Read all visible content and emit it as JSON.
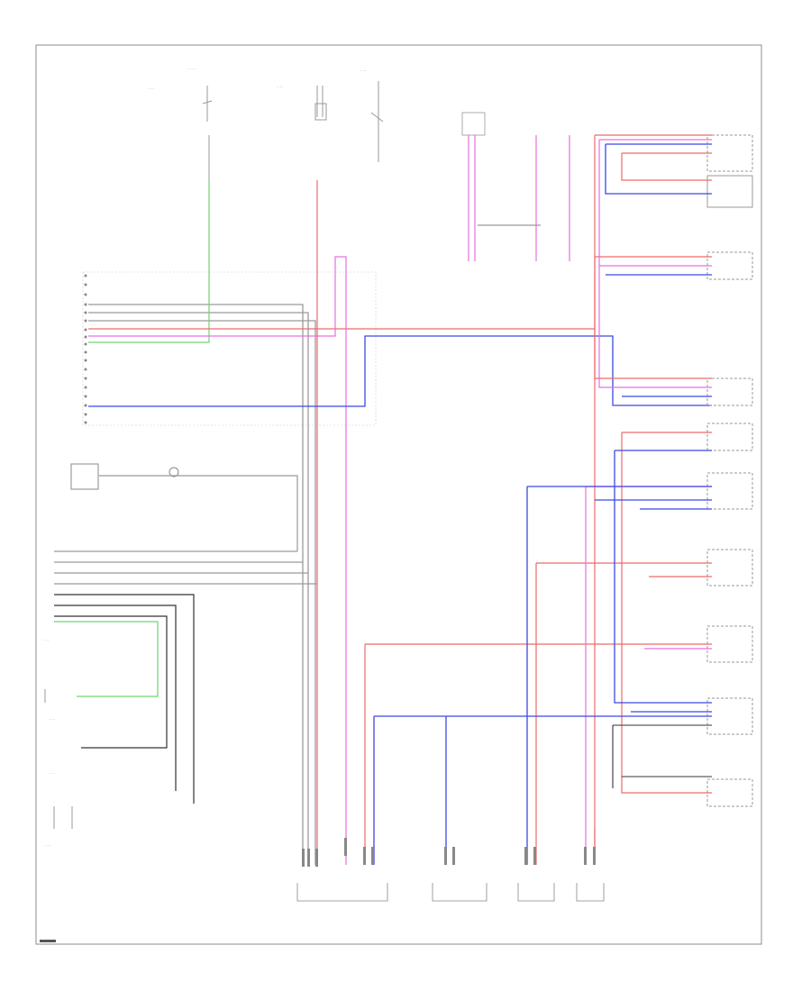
{
  "colors": {
    "red": "#ee6a6a",
    "pink": "#e770e0",
    "blue": "#3b49e2",
    "green": "#6fd36f",
    "black": "#333333",
    "gray": "#9a9a9a",
    "frame": "#8c8c8c"
  },
  "icons": [
    "ground-symbol",
    "connector-terminal",
    "splice-dot"
  ]
}
